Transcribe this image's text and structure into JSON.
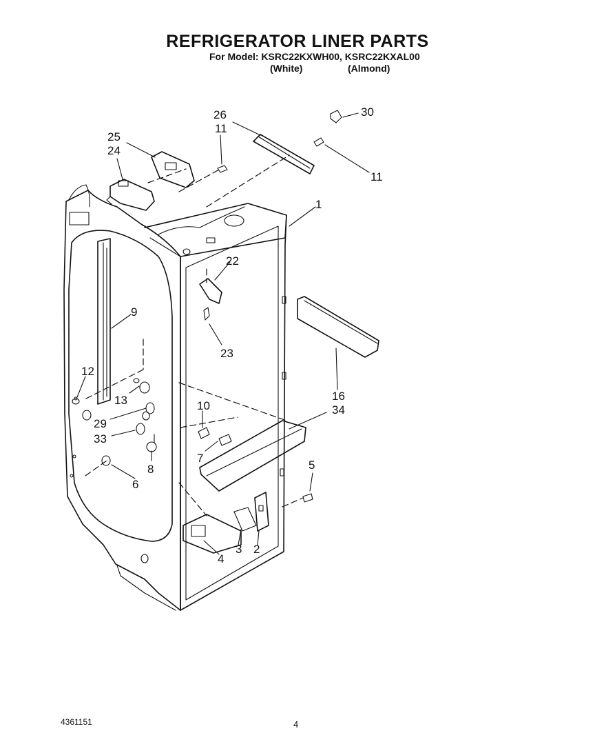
{
  "header": {
    "title": "REFRIGERATOR LINER PARTS",
    "model_line": "For Model: KSRC22KXWH00, KSRC22KXAL00",
    "color_white": "(White)",
    "color_almond": "(Almond)"
  },
  "footer": {
    "doc_number": "4361151",
    "page_number": "4"
  },
  "callouts": {
    "c26": "26",
    "c30": "30",
    "c25": "25",
    "c24": "24",
    "c11a": "11",
    "c11b": "11",
    "c1": "1",
    "c22": "22",
    "c9": "9",
    "c23": "23",
    "c16": "16",
    "c34": "34",
    "c12": "12",
    "c13": "13",
    "c10": "10",
    "c29": "29",
    "c33": "33",
    "c7": "7",
    "c8": "8",
    "c6": "6",
    "c5": "5",
    "c4": "4",
    "c3": "3",
    "c2": "2"
  }
}
